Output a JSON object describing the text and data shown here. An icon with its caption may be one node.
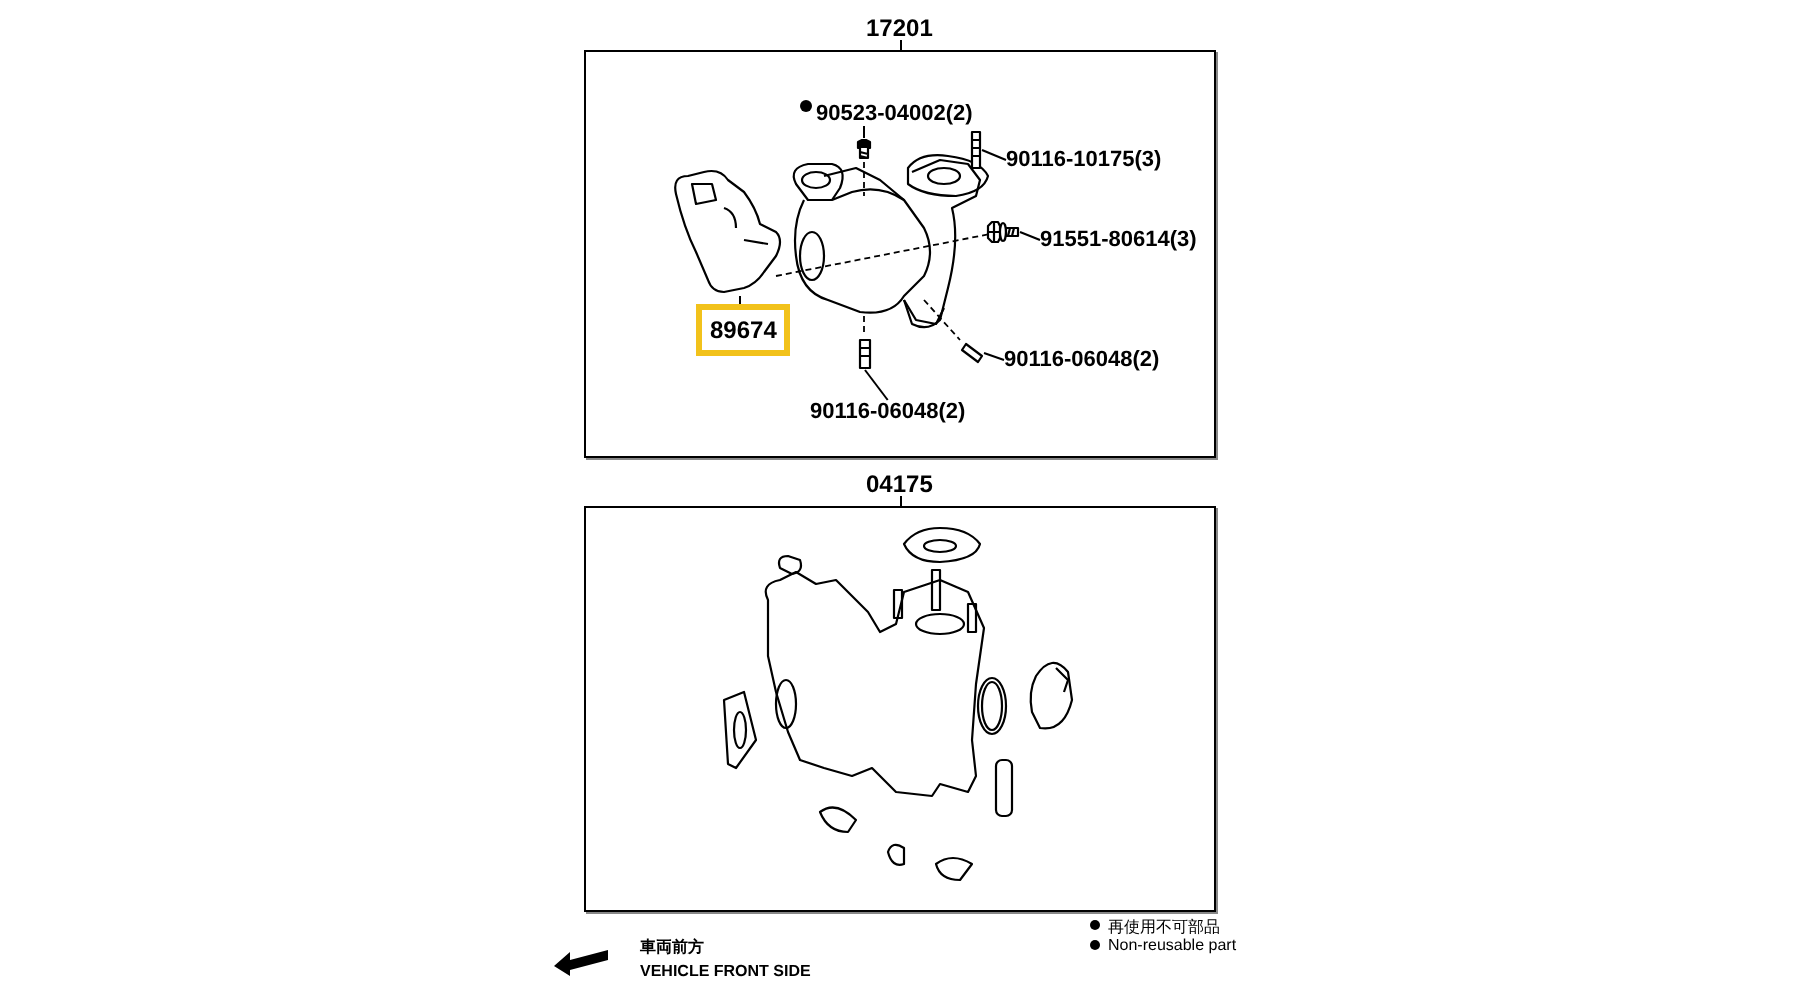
{
  "diagram": {
    "nodes": [
      {
        "text": [
          "17201"
        ]
      },
      {
        "text": [
          "90523-04002(2)"
        ],
        "in": 0
      },
      {
        "text": [
          "90116-10175(3)"
        ],
        "in": 0
      },
      {
        "text": [
          "91551-80614(3)"
        ],
        "in": 0
      },
      {
        "text": [
          "89674"
        ],
        "in": 0
      },
      {
        "text": [
          "90116-06048(2)"
        ],
        "in": 0
      },
      {
        "text": [
          "90116-06048(2)"
        ],
        "in": 0
      },
      {
        "text": [
          "04175"
        ]
      },
      {
        "text": [],
        "shape": "picture",
        "in": 0
      },
      {
        "text": [],
        "shape": "picture",
        "in": 0
      },
      {
        "text": [],
        "shape": "picture",
        "in": 0
      },
      {
        "text": [],
        "shape": "picture",
        "in": 0
      },
      {
        "text": [],
        "shape": "picture",
        "in": 0
      },
      {
        "text": [],
        "shape": "picture",
        "in": 0
      }
    ],
    "edges": [
      {
        "from": 1,
        "to": 8,
        "arrow": "none"
      },
      {
        "from": 2,
        "to": 9,
        "arrow": "none"
      },
      {
        "from": 3,
        "to": 10,
        "arrow": "none"
      },
      {
        "from": 4,
        "to": 11,
        "arrow": "none"
      },
      {
        "from": 5,
        "to": 12,
        "arrow": "none"
      },
      {
        "from": 6,
        "to": 13,
        "arrow": "none"
      }
    ],
    "labels": [
      "車両前方",
      "VEHICLE FRONT SIDE"
    ],
    "legend": [
      {
        "text": "再使用不可部品"
      },
      {
        "text": "Non-reusable part"
      }
    ]
  }
}
